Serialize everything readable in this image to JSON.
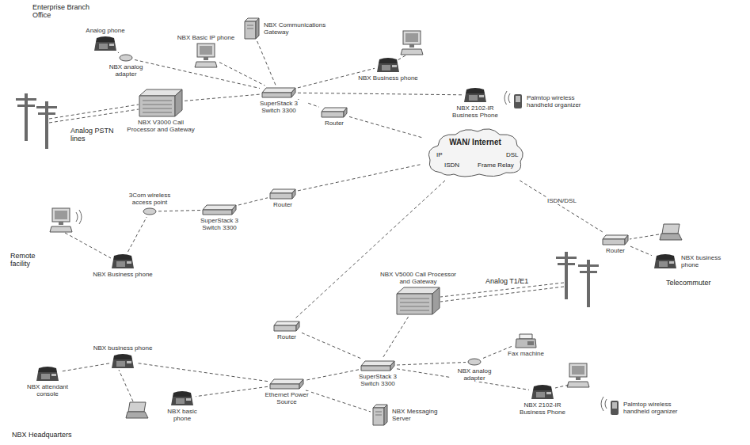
{
  "diagram": {
    "nodes": [
      {
        "text": [
          "Analog phone"
        ]
      },
      {
        "text": [
          "NBX analog adapter"
        ]
      },
      {
        "text": [
          "NBX V3000 Call Processor and Gateway"
        ]
      },
      {
        "text": [
          "NBX Basic IP phone"
        ]
      },
      {
        "text": [
          "NBX Communications Gateway"
        ]
      },
      {
        "text": [
          "SuperStack 3 Switch 3300"
        ]
      },
      {
        "text": [
          "Router"
        ]
      },
      {
        "text": [
          "NBX Business phone"
        ]
      },
      {
        "text": [
          "NBX 2102-IR Business Phone"
        ]
      },
      {
        "text": [
          "Palmtop wireless handheld organizer"
        ]
      },
      {
        "text": [
          "WAN/ Internet",
          "IP",
          "DSL",
          "ISDN",
          "Frame Relay"
        ]
      },
      {
        "text": [
          "NBX Business phone"
        ]
      },
      {
        "text": [
          "3Com wireless access point"
        ]
      },
      {
        "text": [
          "SuperStack 3 Switch 3300"
        ]
      },
      {
        "text": [
          "Router"
        ]
      },
      {
        "text": [
          "Router"
        ]
      },
      {
        "text": [
          "NBX business phone"
        ]
      },
      {
        "text": [
          "NBX V5000 Call Processor and Gateway"
        ]
      },
      {
        "text": [
          "Router"
        ]
      },
      {
        "text": [
          "SuperStack 3 Switch 3300"
        ]
      },
      {
        "text": [
          "Ethernet Power Source"
        ]
      },
      {
        "text": [
          "NBX analog adapter"
        ]
      },
      {
        "text": [
          "Fax machine"
        ]
      },
      {
        "text": [
          "NBX 2102-IR Business Phone"
        ]
      },
      {
        "text": [
          "Palmtop wireless handheld organizer"
        ]
      },
      {
        "text": [
          "NBX attendant console"
        ]
      },
      {
        "text": [
          "NBX business phone"
        ]
      },
      {
        "text": [
          "NBX basic phone"
        ]
      },
      {
        "text": [
          "NBX Messaging Server"
        ]
      }
    ],
    "edges": [
      {
        "from": 0,
        "to": 1,
        "arrow": "none"
      },
      {
        "from": 1,
        "to": 5,
        "arrow": "none"
      },
      {
        "from": 2,
        "to": 5,
        "arrow": "none"
      },
      {
        "from": 3,
        "to": 5,
        "arrow": "none"
      },
      {
        "from": 4,
        "to": 5,
        "arrow": "none"
      },
      {
        "from": 5,
        "to": 7,
        "arrow": "none"
      },
      {
        "from": 5,
        "to": 8,
        "arrow": "none"
      },
      {
        "from": 5,
        "to": 6,
        "arrow": "none"
      },
      {
        "from": 6,
        "to": 10,
        "arrow": "none"
      },
      {
        "from": 11,
        "to": 12,
        "arrow": "none"
      },
      {
        "from": 12,
        "to": 13,
        "arrow": "none"
      },
      {
        "from": 13,
        "to": 14,
        "arrow": "none"
      },
      {
        "from": 14,
        "to": 10,
        "arrow": "none"
      },
      {
        "from": 10,
        "to": 15,
        "label": "ISDN/DSL",
        "arrow": "none"
      },
      {
        "from": 15,
        "to": 16,
        "arrow": "none"
      },
      {
        "from": 10,
        "to": 18,
        "arrow": "none"
      },
      {
        "from": 18,
        "to": 19,
        "arrow": "none"
      },
      {
        "from": 17,
        "to": 19,
        "arrow": "none"
      },
      {
        "from": 19,
        "to": 21,
        "arrow": "none"
      },
      {
        "from": 21,
        "to": 22,
        "arrow": "none"
      },
      {
        "from": 19,
        "to": 23,
        "arrow": "none"
      },
      {
        "from": 19,
        "to": 20,
        "arrow": "none"
      },
      {
        "from": 20,
        "to": 26,
        "arrow": "none"
      },
      {
        "from": 26,
        "to": 25,
        "arrow": "none"
      },
      {
        "from": 20,
        "to": 27,
        "arrow": "none"
      },
      {
        "from": 20,
        "to": 28,
        "arrow": "none"
      }
    ],
    "labels": [
      "Enterprise Branch Office",
      "Analog PSTN lines",
      "Remote facility",
      "Telecommuter",
      "Analog T1/E1",
      "NBX Headquarters"
    ]
  }
}
